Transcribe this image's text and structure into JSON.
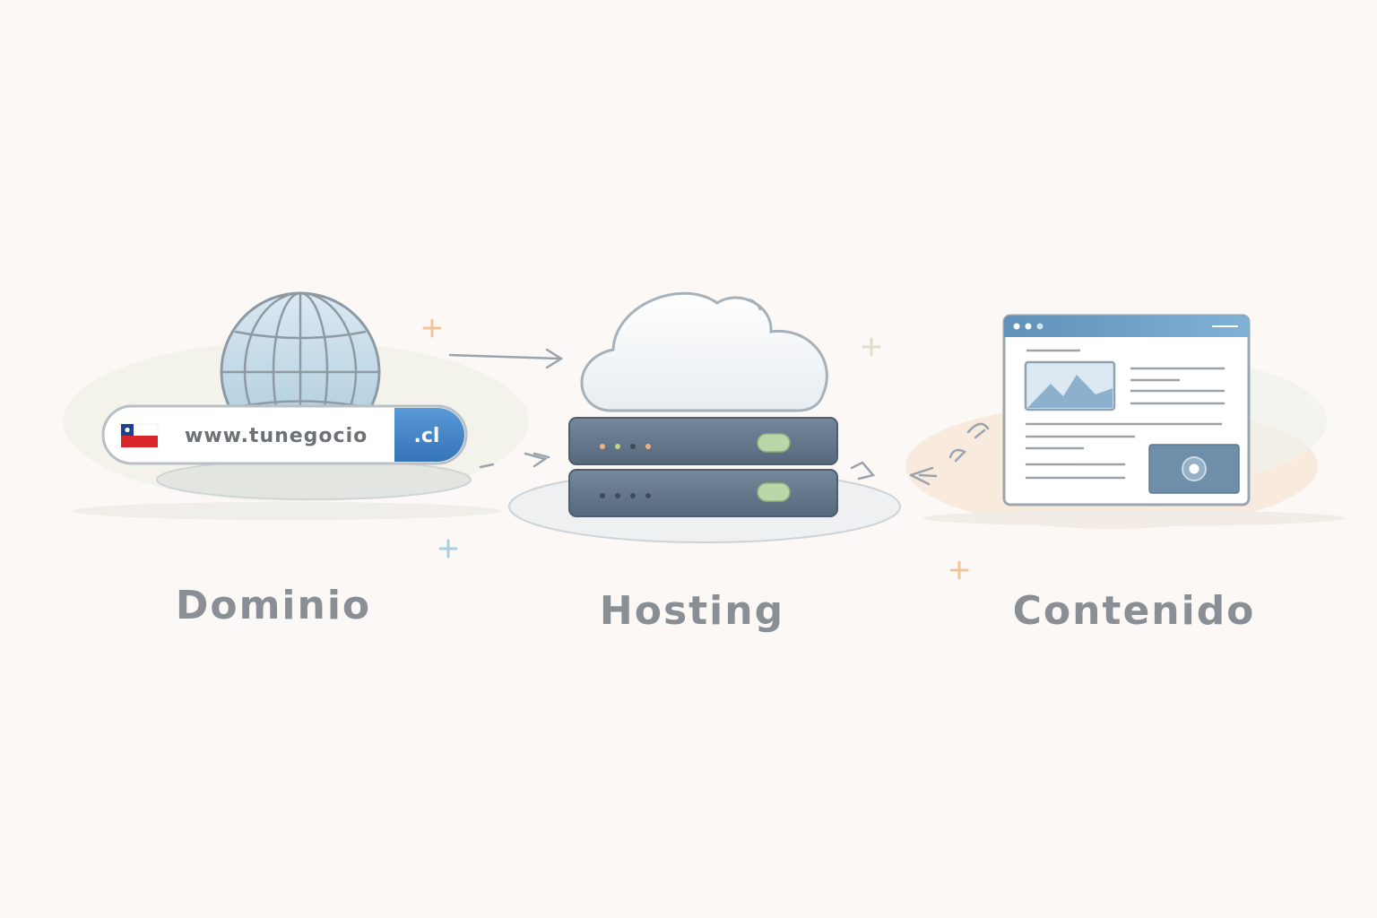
{
  "domain": {
    "url_text": "www.tunegocio",
    "tld_label": ".cl",
    "flag_icon": "chile-flag-icon",
    "caption": "Dominio"
  },
  "hosting": {
    "caption": "Hosting",
    "icons": [
      "cloud-icon",
      "server-rack-icon"
    ]
  },
  "content": {
    "caption": "Contenido",
    "icons": [
      "browser-window-icon"
    ]
  },
  "colors": {
    "background": "#fbf8f5",
    "accent_blue": "#3f82c8",
    "server": "#5f7288",
    "caption": "#8a8f96",
    "sparkle_orange": "#f0c59a",
    "sparkle_blue": "#a9cfe0"
  }
}
